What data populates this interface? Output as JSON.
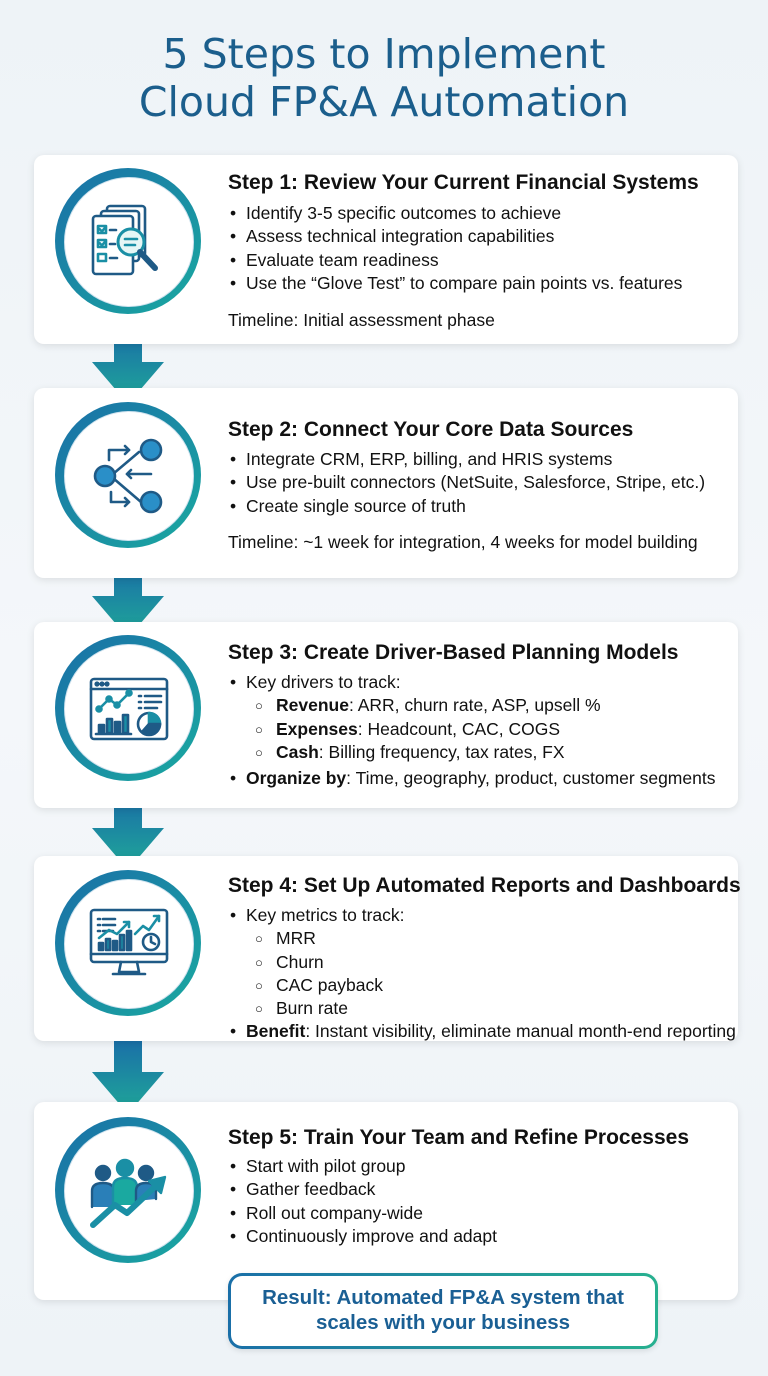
{
  "title": {
    "line1": "5 Steps to Implement",
    "line2": "Cloud FP&A Automation"
  },
  "steps": [
    {
      "heading": "Step 1: Review Your Current Financial Systems",
      "icon": "document-search-icon",
      "bullets": [
        "Identify 3-5 specific outcomes to achieve",
        "Assess technical integration capabilities",
        "Evaluate team readiness",
        "Use the “Glove Test” to compare pain points vs. features"
      ],
      "timeline": "Timeline: Initial assessment phase"
    },
    {
      "heading": "Step 2: Connect Your Core Data Sources",
      "icon": "data-network-icon",
      "bullets": [
        "Integrate CRM, ERP, billing, and HRIS systems",
        "Use pre-built connectors (NetSuite, Salesforce, Stripe, etc.)",
        "Create single source of truth"
      ],
      "timeline": "Timeline: ~1 week for integration, 4 weeks for model building"
    },
    {
      "heading": "Step 3: Create Driver-Based Planning Models",
      "icon": "analytics-dashboard-icon",
      "intro": "Key drivers to track:",
      "drivers": [
        {
          "label": "Revenue",
          "text": ": ARR, churn rate, ASP, upsell %"
        },
        {
          "label": "Expenses",
          "text": ": Headcount, CAC, COGS"
        },
        {
          "label": "Cash",
          "text": ": Billing frequency, tax rates, FX"
        }
      ],
      "organize_label": "Organize by",
      "organize_text": ": Time, geography, product, customer segments"
    },
    {
      "heading": "Step 4: Set Up Automated Reports and Dashboards",
      "icon": "monitor-chart-icon",
      "intro": "Key metrics to track:",
      "metrics": [
        "MRR",
        "Churn",
        "CAC payback",
        "Burn rate"
      ],
      "benefit_label": "Benefit",
      "benefit_text": ": Instant visibility, eliminate manual month-end reporting"
    },
    {
      "heading": "Step 5: Train Your Team and Refine Processes",
      "icon": "team-growth-icon",
      "bullets": [
        "Start with pilot group",
        "Gather feedback",
        "Roll out company-wide",
        "Continuously improve and adapt"
      ]
    }
  ],
  "result": {
    "line1": "Result: Automated FP&A system that",
    "line2": "scales with your business"
  },
  "colors": {
    "title": "#1b5e8c",
    "accent_blue": "#1a6fa8",
    "accent_teal": "#1aa9a0",
    "result_text": "#1a5f94"
  }
}
